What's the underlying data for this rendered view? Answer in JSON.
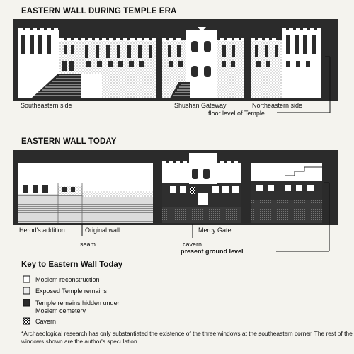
{
  "top": {
    "title": "EASTERN WALL DURING TEMPLE ERA",
    "labels": {
      "southeastern_side": "Southeastern side",
      "shushan_gateway": "Shushan Gateway",
      "northeastern_side": "Northeastern side",
      "floor_level": "floor level of Temple"
    }
  },
  "bottom": {
    "title": "EASTERN WALL TODAY",
    "labels": {
      "herods_addition": "Herod's addition",
      "original_wall": "Original wall",
      "seam": "seam",
      "mercy_gate": "Mercy Gate",
      "cavern": "cavern",
      "ground_level": "present ground level"
    }
  },
  "key": {
    "title": "Key to Eastern Wall Today",
    "items": [
      {
        "label": "Moslem reconstruction",
        "swatch": "white"
      },
      {
        "label": "Exposed Temple remains",
        "swatch": "light"
      },
      {
        "label": "Temple remains hidden under",
        "label2": "Moslem cemetery",
        "swatch": "dark"
      },
      {
        "label": "Cavern",
        "swatch": "checker"
      }
    ]
  },
  "footnote": "*Archaeological research has only substantiated the existence of the three windows at the southeastern corner. The rest of the windows shown are the author's speculation.",
  "colors": {
    "dark": "#2a2a2a",
    "stipple": "#8a8a8a",
    "paper": "#f4f3ee"
  }
}
